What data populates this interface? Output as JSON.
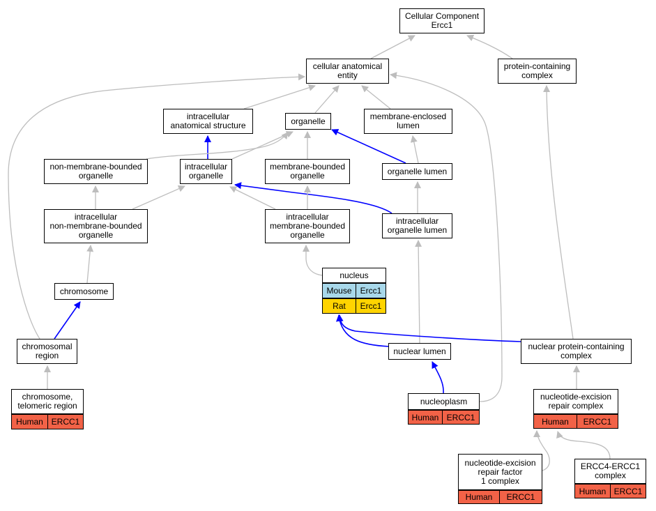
{
  "colors": {
    "is_a_edge": "#bdbdbd",
    "part_of_edge": "#0000ff",
    "human": "#f26247",
    "mouse": "#a8d8ea",
    "rat": "#ffd400"
  },
  "nodes": {
    "root": [
      "Cellular Component",
      "Ercc1"
    ],
    "cellular_anatomical_entity": [
      "cellular anatomical",
      "entity"
    ],
    "protein_containing_complex": [
      "protein-containing",
      "complex"
    ],
    "intracellular_anatomical_structure": [
      "intracellular",
      "anatomical structure"
    ],
    "organelle": [
      "organelle"
    ],
    "membrane_enclosed_lumen": [
      "membrane-enclosed",
      "lumen"
    ],
    "non_membrane_bounded_organelle": [
      "non-membrane-bounded",
      "organelle"
    ],
    "intracellular_organelle": [
      "intracellular",
      "organelle"
    ],
    "membrane_bounded_organelle": [
      "membrane-bounded",
      "organelle"
    ],
    "organelle_lumen": [
      "organelle lumen"
    ],
    "intracellular_non_membrane_bounded_organelle": [
      "intracellular",
      "non-membrane-bounded",
      "organelle"
    ],
    "intracellular_membrane_bounded_organelle": [
      "intracellular",
      "membrane-bounded",
      "organelle"
    ],
    "intracellular_organelle_lumen": [
      "intracellular",
      "organelle lumen"
    ],
    "nucleus": [
      "nucleus"
    ],
    "chromosome": [
      "chromosome"
    ],
    "chromosomal_region": [
      "chromosomal",
      "region"
    ],
    "nuclear_lumen": [
      "nuclear lumen"
    ],
    "nuclear_protein_containing_complex": [
      "nuclear protein-containing",
      "complex"
    ],
    "telomeric_region": [
      "chromosome,",
      "telomeric region"
    ],
    "nucleoplasm": [
      "nucleoplasm"
    ],
    "ner_complex": [
      "nucleotide-excision",
      "repair complex"
    ],
    "ner_factor_1": [
      "nucleotide-excision",
      "repair factor",
      "1 complex"
    ],
    "ercc4_ercc1": [
      "ERCC4-ERCC1",
      "complex"
    ]
  },
  "annotations": {
    "nucleus": [
      {
        "species": "Mouse",
        "gene": "Ercc1"
      },
      {
        "species": "Rat",
        "gene": "Ercc1"
      }
    ],
    "telomeric_region": [
      {
        "species": "Human",
        "gene": "ERCC1"
      }
    ],
    "nucleoplasm": [
      {
        "species": "Human",
        "gene": "ERCC1"
      }
    ],
    "ner_complex": [
      {
        "species": "Human",
        "gene": "ERCC1"
      }
    ],
    "ner_factor_1": [
      {
        "species": "Human",
        "gene": "ERCC1"
      }
    ],
    "ercc4_ercc1": [
      {
        "species": "Human",
        "gene": "ERCC1"
      }
    ]
  },
  "edges": [
    {
      "from": "cellular_anatomical_entity",
      "to": "root",
      "type": "is_a"
    },
    {
      "from": "protein_containing_complex",
      "to": "root",
      "type": "is_a"
    },
    {
      "from": "intracellular_anatomical_structure",
      "to": "cellular_anatomical_entity",
      "type": "is_a"
    },
    {
      "from": "organelle",
      "to": "cellular_anatomical_entity",
      "type": "is_a"
    },
    {
      "from": "membrane_enclosed_lumen",
      "to": "cellular_anatomical_entity",
      "type": "is_a"
    },
    {
      "from": "chromosomal_region",
      "to": "cellular_anatomical_entity",
      "type": "is_a"
    },
    {
      "from": "nucleoplasm",
      "to": "cellular_anatomical_entity",
      "type": "is_a"
    },
    {
      "from": "intracellular_organelle",
      "to": "intracellular_anatomical_structure",
      "type": "part_of"
    },
    {
      "from": "non_membrane_bounded_organelle",
      "to": "organelle",
      "type": "is_a"
    },
    {
      "from": "intracellular_organelle",
      "to": "organelle",
      "type": "is_a"
    },
    {
      "from": "membrane_bounded_organelle",
      "to": "organelle",
      "type": "is_a"
    },
    {
      "from": "organelle_lumen",
      "to": "organelle",
      "type": "part_of"
    },
    {
      "from": "organelle_lumen",
      "to": "membrane_enclosed_lumen",
      "type": "is_a"
    },
    {
      "from": "intracellular_non_membrane_bounded_organelle",
      "to": "non_membrane_bounded_organelle",
      "type": "is_a"
    },
    {
      "from": "intracellular_non_membrane_bounded_organelle",
      "to": "intracellular_organelle",
      "type": "is_a"
    },
    {
      "from": "intracellular_membrane_bounded_organelle",
      "to": "intracellular_organelle",
      "type": "is_a"
    },
    {
      "from": "intracellular_organelle_lumen",
      "to": "intracellular_organelle",
      "type": "part_of"
    },
    {
      "from": "intracellular_membrane_bounded_organelle",
      "to": "membrane_bounded_organelle",
      "type": "is_a"
    },
    {
      "from": "intracellular_organelle_lumen",
      "to": "organelle_lumen",
      "type": "is_a"
    },
    {
      "from": "chromosome",
      "to": "intracellular_non_membrane_bounded_organelle",
      "type": "is_a"
    },
    {
      "from": "nucleus",
      "to": "intracellular_membrane_bounded_organelle",
      "type": "is_a"
    },
    {
      "from": "nuclear_lumen",
      "to": "intracellular_organelle_lumen",
      "type": "is_a"
    },
    {
      "from": "chromosomal_region",
      "to": "chromosome",
      "type": "part_of"
    },
    {
      "from": "nuclear_lumen",
      "to": "nucleus",
      "type": "part_of"
    },
    {
      "from": "nuclear_protein_containing_complex",
      "to": "nucleus",
      "type": "part_of"
    },
    {
      "from": "nuclear_protein_containing_complex",
      "to": "protein_containing_complex",
      "type": "is_a"
    },
    {
      "from": "telomeric_region",
      "to": "chromosomal_region",
      "type": "is_a"
    },
    {
      "from": "nucleoplasm",
      "to": "nuclear_lumen",
      "type": "part_of"
    },
    {
      "from": "ner_complex",
      "to": "nuclear_protein_containing_complex",
      "type": "is_a"
    },
    {
      "from": "ner_factor_1",
      "to": "ner_complex",
      "type": "is_a"
    },
    {
      "from": "ercc4_ercc1",
      "to": "ner_complex",
      "type": "is_a"
    }
  ]
}
